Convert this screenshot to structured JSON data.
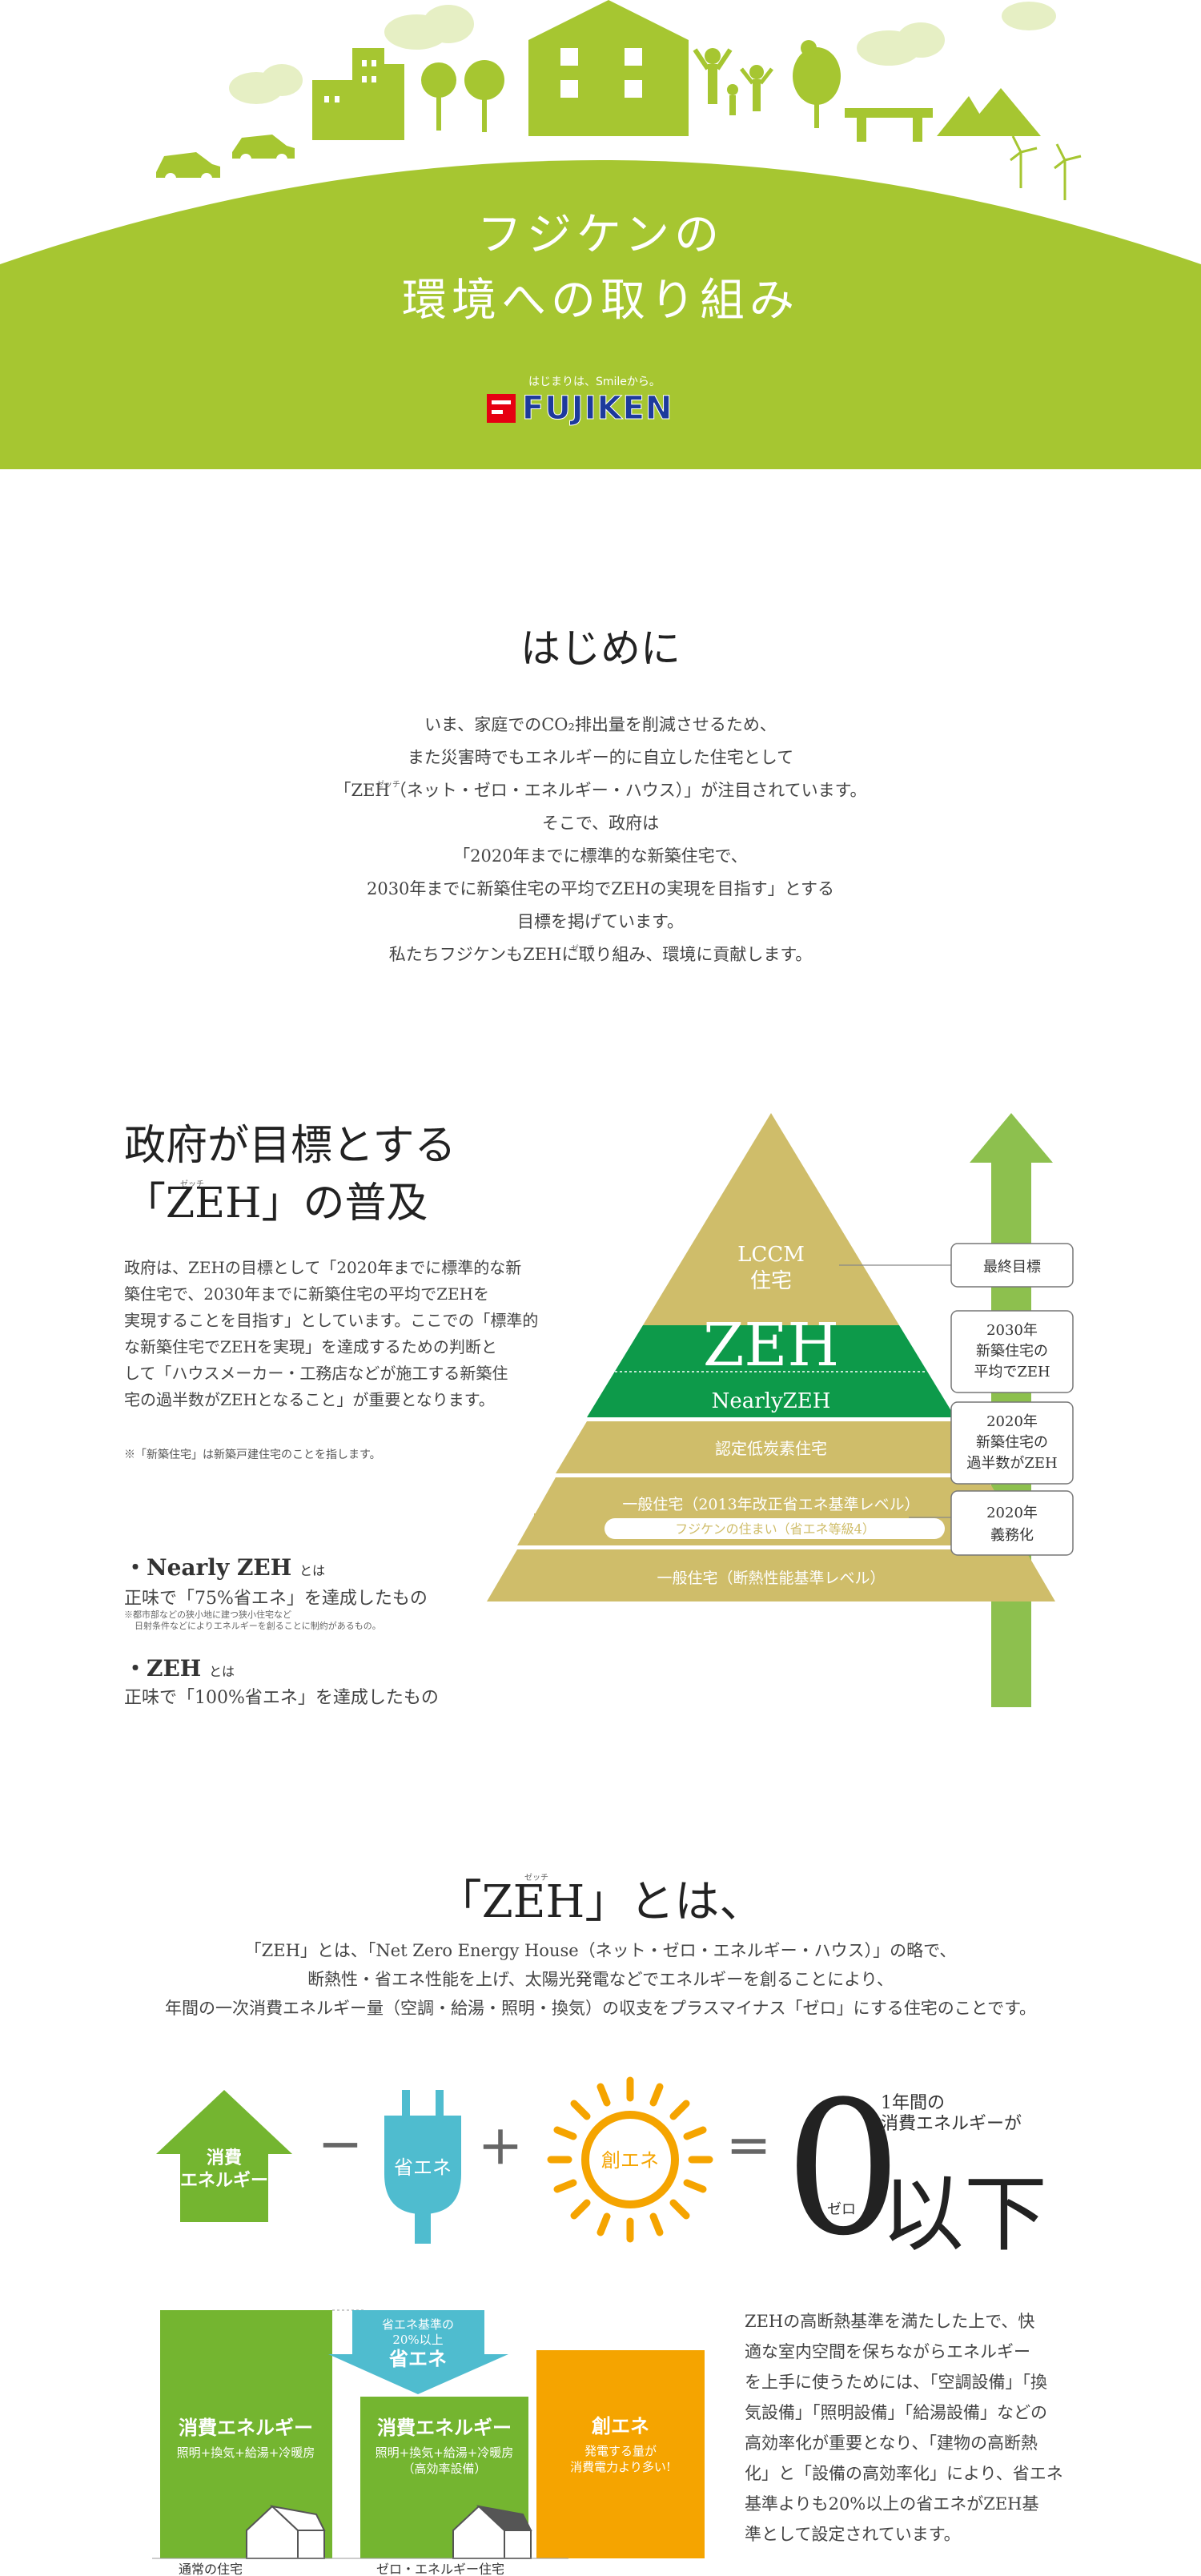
{
  "hero": {
    "title_line1": "フジケンの",
    "title_line2": "環境への取り組み",
    "tagline": "はじまりは、Smileから。",
    "brand": "FUJIKEN",
    "colors": {
      "green": "#a6c631",
      "brand_red": "#e60012",
      "brand_blue": "#1d3a9c"
    }
  },
  "intro": {
    "heading": "はじめに",
    "lines": [
      "いま、家庭でのCO₂排出量を削減させるため、",
      "また災害時でもエネルギー的に自立した住宅として",
      "「ZEH（ネット・ゼロ・エネルギー・ハウス）」が注目されています。",
      "そこで、政府は",
      "「2020年までに標準的な新築住宅で、",
      "2030年までに新築住宅の平均でZEHの実現を目指す」とする",
      "目標を掲げています。",
      "私たちフジケンもZEHに取り組み、環境に貢献します。"
    ],
    "ruby": "ゼッチ"
  },
  "goal": {
    "heading_line1": "政府が目標とする",
    "heading_line2": "「ZEH」の普及",
    "heading_ruby": "ゼッチ",
    "body": [
      "政府は、ZEHの目標として「2020年までに標準的な新",
      "築住宅で、2030年までに新築住宅の平均でZEHを",
      "実現することを目指す」としています。ここでの「標準的",
      "な新築住宅でZEHを実現」を達成するための判断と",
      "して「ハウスメーカー・工務店などが施工する新築住",
      "宅の過半数がZEHとなること」が重要となります。"
    ],
    "note": "※「新築住宅」は新築戸建住宅のことを指します。",
    "defs": [
      {
        "title": "・Nearly ZEH",
        "suffix": "とは",
        "text": "正味で「75%省エネ」を達成したもの",
        "small1": "※都市部などの狭小地に建つ狭小住宅など",
        "small2": "日射条件などによりエネルギーを創ることに制約があるもの。"
      },
      {
        "title": "・ZEH",
        "suffix": "とは",
        "text": "正味で「100%省エネ」を達成したもの"
      }
    ],
    "pyramid": {
      "levels": [
        "LCCM",
        "住宅",
        "ZEH",
        "NearlyZEH",
        "認定低炭素住宅",
        "一般住宅（2013年改正省エネ基準レベル）",
        "フジケンの住まい（省エネ等級4）",
        "一般住宅（断熱性能基準レベル）"
      ],
      "callouts": [
        {
          "lines": [
            "最終目標"
          ]
        },
        {
          "lines": [
            "2030年",
            "新築住宅の",
            "平均でZEH"
          ]
        },
        {
          "lines": [
            "2020年",
            "新築住宅の",
            "過半数がZEH"
          ]
        },
        {
          "lines": [
            "2020年",
            "義務化"
          ]
        }
      ],
      "colors": {
        "gold": "#cfbd6a",
        "green": "#0d9a4a",
        "arrow": "#8dc04e"
      }
    }
  },
  "towa": {
    "heading": "「ZEH」とは、",
    "ruby": "ゼッチ",
    "lines": [
      "「ZEH」とは、「Net Zero Energy House（ネット・ゼロ・エネルギー・ハウス）」の略で、",
      "断熱性・省エネ性能を上げ、太陽光発電などでエネルギーを創ることにより、",
      "年間の一次消費エネルギー量（空調・給湯・照明・換気）の収支をプラスマイナス「ゼロ」にする住宅のことです。"
    ]
  },
  "equation": {
    "consume": [
      "消費",
      "エネルギー"
    ],
    "minus": "－",
    "save": "省エネ",
    "plus": "＋",
    "create": "創エネ",
    "equals": "＝",
    "zero": "0",
    "zero_ruby": "ゼロ",
    "caption": [
      "1年間の",
      "消費エネルギーが"
    ],
    "ika": "以下"
  },
  "bars": {
    "normal": {
      "title": "消費エネルギー",
      "sub": "照明+換気+給湯+冷暖房",
      "label": "通常の住宅"
    },
    "arrow": {
      "line1": "省エネ基準の",
      "line2": "20%以上",
      "line3": "省エネ"
    },
    "zeh": {
      "title": "消費エネルギー",
      "sub1": "照明+換気+給湯+冷暖房",
      "sub2": "（高効率設備）",
      "label": "ゼロ・エネルギー住宅"
    },
    "create": {
      "title": "創エネ",
      "sub1": "発電する量が",
      "sub2": "消費電力より多い!"
    }
  },
  "right_text": [
    "ZEHの高断熱基準を満たした上で、快",
    "適な室内空間を保ちながらエネルギー",
    "を上手に使うためには、「空調設備」「換",
    "気設備」「照明設備」「給湯設備」などの",
    "高効率化が重要となり、「建物の高断熱",
    "化」と「設備の高効率化」により、省エネ",
    "基準よりも20%以上の省エネがZEH基",
    "準として設定されています。"
  ]
}
